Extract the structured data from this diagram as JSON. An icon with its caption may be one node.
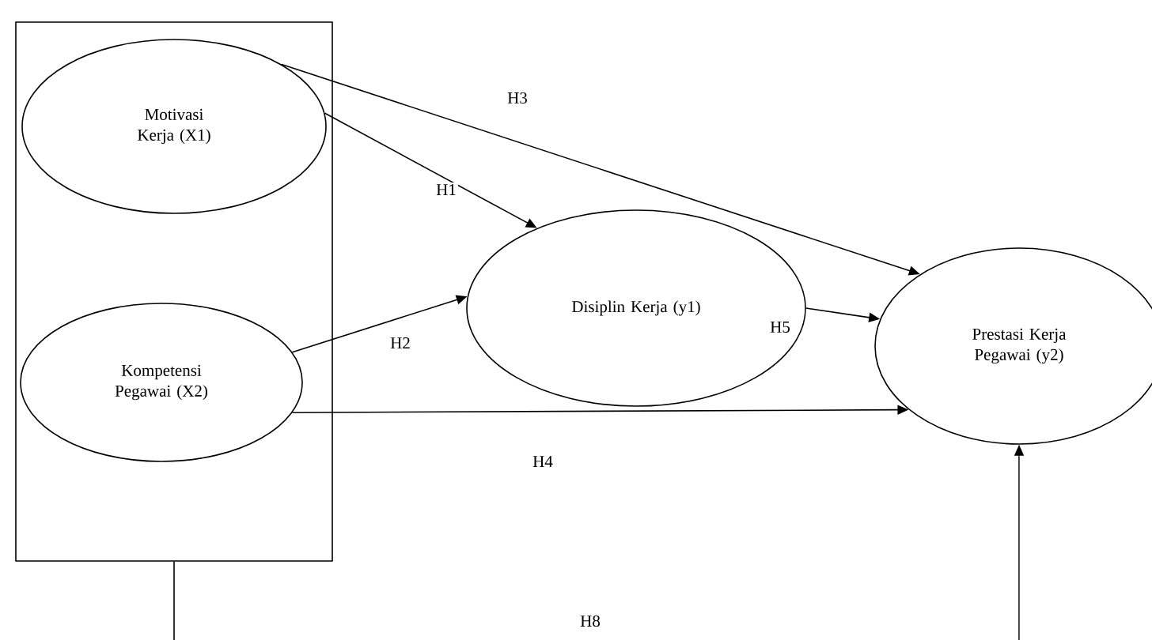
{
  "diagram": {
    "nodes": [
      {
        "text": [],
        "shape": "box"
      },
      {
        "text": [
          "Motivasi Kerja (X1)"
        ],
        "in": 0
      },
      {
        "text": [
          "Kompetensi Pegawai (X2)"
        ],
        "in": 0
      },
      {
        "text": [
          "Disiplin Kerja (y1)"
        ]
      },
      {
        "text": [
          "Prestasi Kerja Pegawai (y2)"
        ]
      }
    ],
    "edges": [
      {
        "from": 1,
        "to": 3,
        "arrow": "to",
        "label": "H1"
      },
      {
        "from": 2,
        "to": 3,
        "arrow": "to",
        "label": "H2"
      },
      {
        "from": 1,
        "to": 4,
        "arrow": "to",
        "label": "H3"
      },
      {
        "from": 2,
        "to": 4,
        "arrow": "to",
        "label": "H4"
      },
      {
        "from": 3,
        "to": 4,
        "arrow": "to",
        "label": "H5"
      },
      {
        "from": 0,
        "to": 4,
        "arrow": "to",
        "label": "H8"
      }
    ]
  }
}
